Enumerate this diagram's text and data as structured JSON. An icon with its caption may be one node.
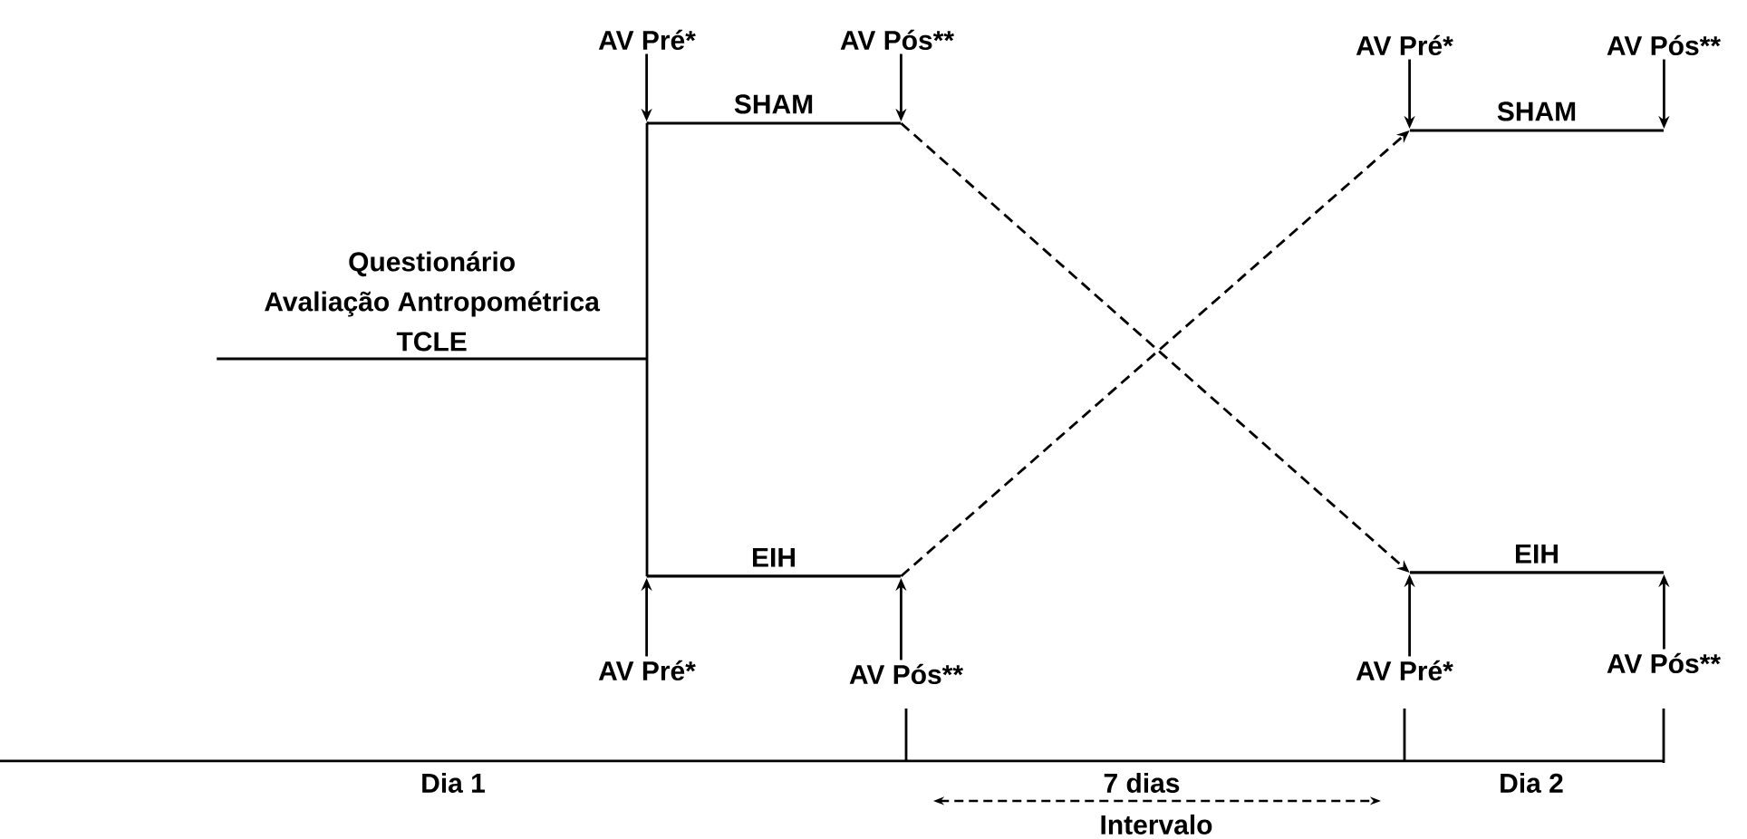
{
  "diagram": {
    "nodes": [
      {
        "text": [
          "Questionário",
          "Avaliação Antropométrica",
          "TCLE"
        ]
      },
      {
        "text": [
          "SHAM"
        ]
      },
      {
        "text": [
          "EIH"
        ]
      },
      {
        "text": [
          "SHAM"
        ]
      },
      {
        "text": [
          "EIH"
        ]
      },
      {
        "text": [
          "AV Pré*"
        ]
      },
      {
        "text": [
          "AV Pós**"
        ]
      },
      {
        "text": [
          "AV Pré*"
        ]
      },
      {
        "text": [
          "AV Pós**"
        ]
      },
      {
        "text": [
          "AV Pré*"
        ]
      },
      {
        "text": [
          "AV Pós**"
        ]
      },
      {
        "text": [
          "AV Pré*"
        ]
      },
      {
        "text": [
          "AV Pós**"
        ]
      }
    ],
    "edges": [
      {
        "from": 0,
        "to": 1,
        "arrow": "none"
      },
      {
        "from": 0,
        "to": 2,
        "arrow": "none"
      },
      {
        "from": 1,
        "to": 4,
        "arrow": "to",
        "style": "dashed"
      },
      {
        "from": 2,
        "to": 3,
        "arrow": "to",
        "style": "dashed"
      },
      {
        "from": 5,
        "to": 1,
        "arrow": "to"
      },
      {
        "from": 6,
        "to": 1,
        "arrow": "to"
      },
      {
        "from": 7,
        "to": 3,
        "arrow": "to"
      },
      {
        "from": 8,
        "to": 3,
        "arrow": "to"
      },
      {
        "from": 9,
        "to": 2,
        "arrow": "to"
      },
      {
        "from": 10,
        "to": 2,
        "arrow": "to"
      },
      {
        "from": 11,
        "to": 4,
        "arrow": "to"
      },
      {
        "from": 12,
        "to": 4,
        "arrow": "to"
      }
    ],
    "labels": [
      "Dia 1",
      "7 dias",
      "Intervalo",
      "Dia 2"
    ]
  }
}
